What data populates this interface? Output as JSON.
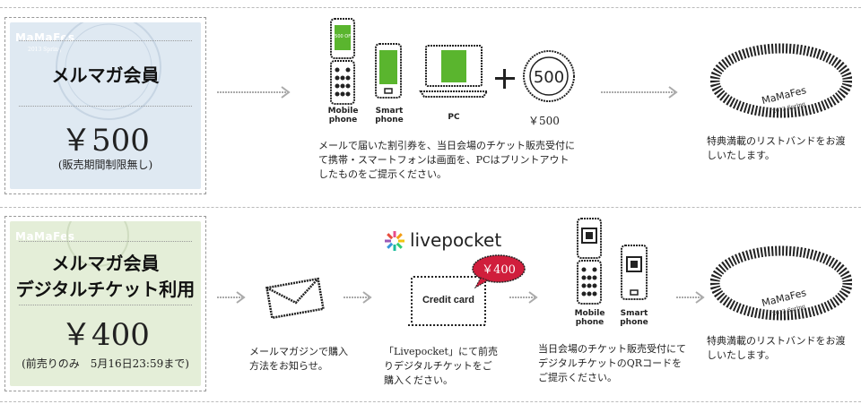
{
  "section1": {
    "card": {
      "logo": "MaMaFes",
      "logo_sub": "2013 Spring",
      "title": "メルマガ会員",
      "price": "￥500",
      "note": "(販売期間制限無し)"
    },
    "devices": {
      "mobile": "Mobile\nphone",
      "smart": "Smart\nphone",
      "pc": "PC",
      "coupon_value": "500",
      "coupon_price": "￥500",
      "screen_text": "¥500 OFF"
    },
    "caption": "メールで届いた割引券を、当日会場のチケット販売受付にて携帯・スマートフォンは画面を、PCはプリントアウトしたものをご提示ください。",
    "band_caption": "特典満載のリストバンドをお渡しいたします。"
  },
  "section2": {
    "card": {
      "logo": "MaMaFes",
      "title": "メルマガ会員",
      "title2": "デジタルチケット利用",
      "price": "￥400",
      "note": "(前売りのみ　5月16日23:59まで)"
    },
    "mail_caption": "メールマガジンで購入方法をお知らせ。",
    "livepocket": "livepocket",
    "credit_card": "Credit card",
    "badge_price": "￥400",
    "lp_caption": "「Livepocket」にて前売りデジタルチケットをご購入ください。",
    "devices": {
      "mobile": "Mobile\nphone",
      "smart": "Smart\nphone"
    },
    "qr_caption": "当日会場のチケット販売受付にてデジタルチケットのQRコードをご提示ください。",
    "band_caption": "特典満載のリストバンドをお渡しいたします。"
  },
  "band_text": "MaMaFes",
  "band_sub": "2013 Spring",
  "colors": {
    "card1_bg": "#dfe9f2",
    "card2_bg": "#e4eed8",
    "screen_green": "#5ab52e",
    "badge_red": "#d01e3c"
  },
  "icons": [
    "arrow-right-icon",
    "mobile-phone-icon",
    "smartphone-icon",
    "laptop-icon",
    "coupon-icon",
    "plus-icon",
    "envelope-icon",
    "credit-card-icon",
    "price-tag-icon",
    "livepocket-logo-icon",
    "qr-code-icon",
    "wristband-icon"
  ]
}
